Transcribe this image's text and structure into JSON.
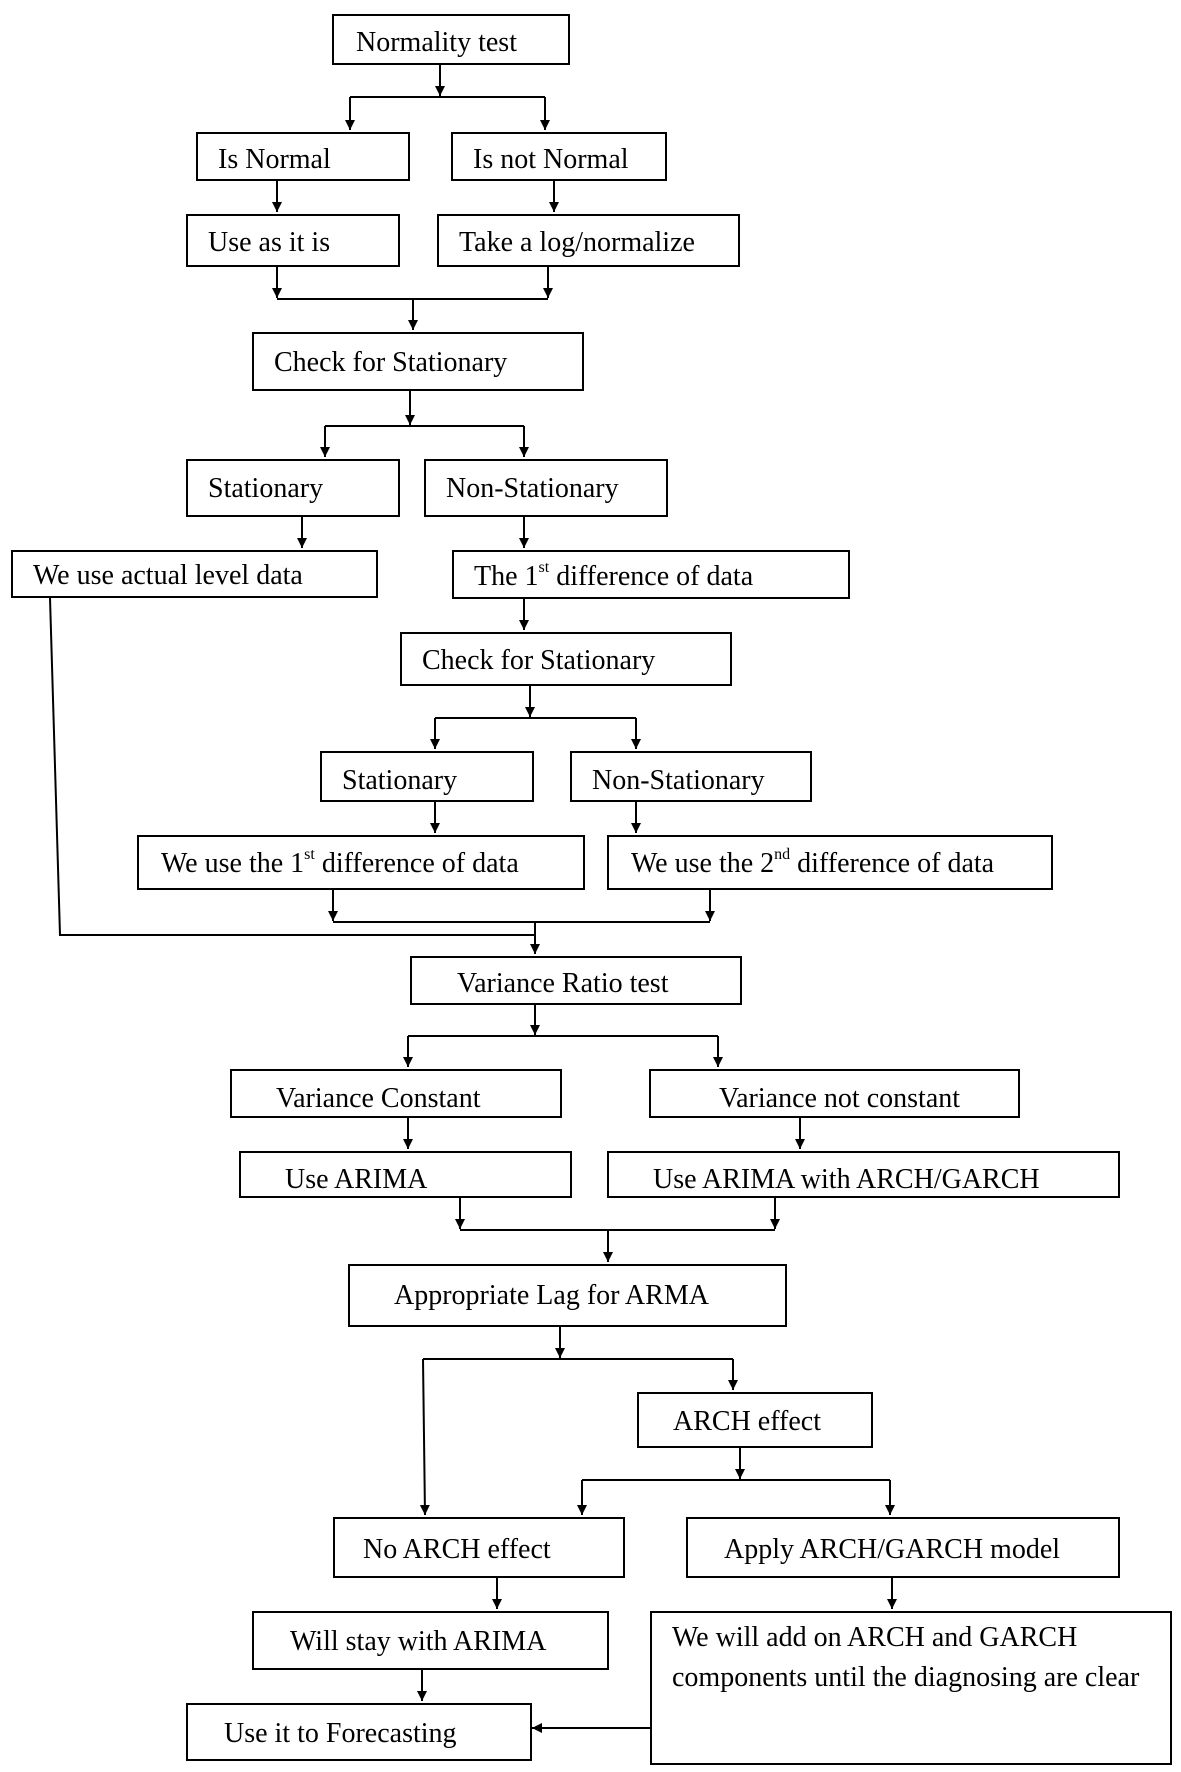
{
  "nodes": {
    "normality_test": "Normality test",
    "is_normal": "Is Normal",
    "is_not_normal": "Is not Normal",
    "use_as_it_is": "Use as it is",
    "take_log": "Take a log/normalize",
    "check_stationary_1": "Check for Stationary",
    "stationary_1": "Stationary",
    "non_stationary_1": "Non-Stationary",
    "actual_level": "We use actual level data",
    "first_diff": {
      "pre": "The 1",
      "sup": "st",
      "post": " difference of data"
    },
    "check_stationary_2": "Check for Stationary",
    "stationary_2": "Stationary",
    "non_stationary_2": "Non-Stationary",
    "use_first_diff": {
      "pre": "We use the 1",
      "sup": "st",
      "post": " difference of data"
    },
    "use_second_diff": {
      "pre": "We use the 2",
      "sup": "nd",
      "post": " difference of data"
    },
    "variance_ratio": "Variance Ratio test",
    "variance_constant": "Variance Constant",
    "variance_not_constant": "Variance not constant",
    "use_arima": "Use ARIMA",
    "use_arima_garch": "Use ARIMA with ARCH/GARCH",
    "appropriate_lag": "Appropriate Lag for ARMA",
    "arch_effect": "ARCH effect",
    "no_arch_effect": "No ARCH effect",
    "apply_garch": "Apply ARCH/GARCH model",
    "stay_arima": "Will stay with ARIMA",
    "add_components": "We will add on ARCH and GARCH components until the diagnosing are clear",
    "forecasting": "Use it to Forecasting"
  }
}
